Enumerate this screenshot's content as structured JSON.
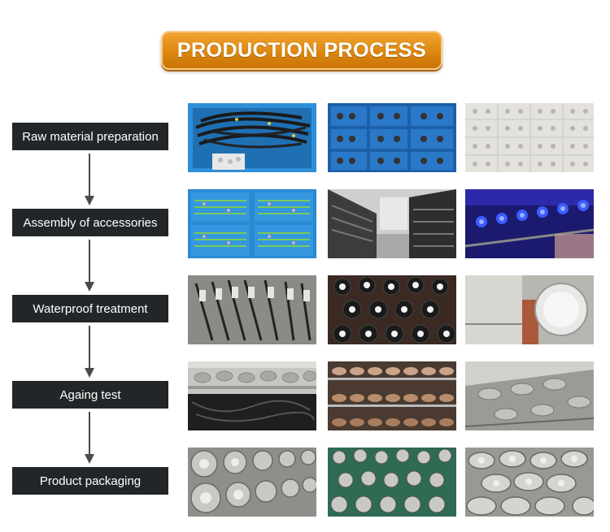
{
  "title": "PRODUCTION PROCESS",
  "steps": [
    {
      "label": "Raw material preparation"
    },
    {
      "label": "Assembly of accessories"
    },
    {
      "label": "Waterproof treatment"
    },
    {
      "label": "Againg test"
    },
    {
      "label": "Product packaging"
    }
  ],
  "colors": {
    "title_badge": "#dc8710",
    "step_box": "#222628",
    "arrow": "#4a4a4a"
  }
}
